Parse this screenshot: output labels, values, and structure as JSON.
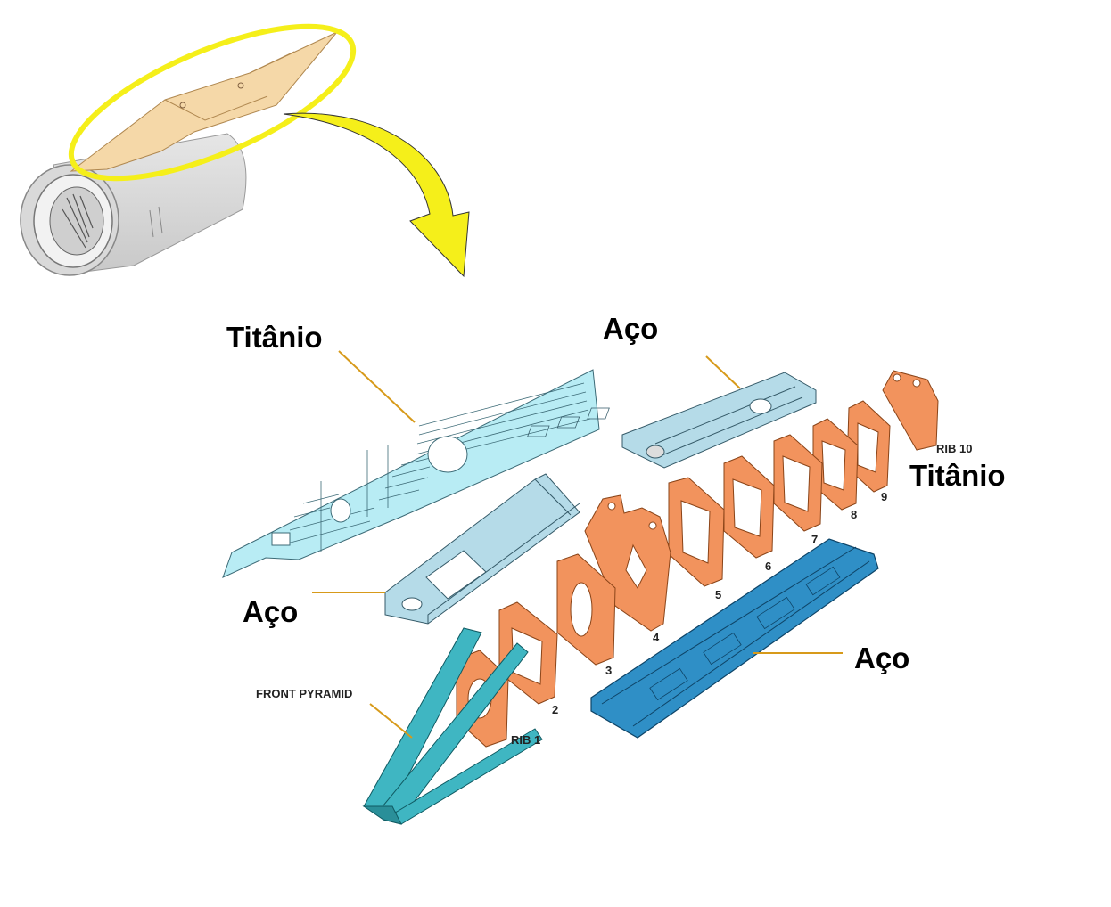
{
  "labels": {
    "titanium_panel": "Titânio",
    "steel_upper_spar": "Aço",
    "steel_mid_spar": "Aço",
    "steel_lower_spar": "Aço",
    "titanium_rib10": "Titânio"
  },
  "parts": {
    "front_pyramid": "FRONT PYRAMID",
    "rib_first": "RIB 1",
    "rib_last": "RIB 10",
    "rib_numbers": [
      "2",
      "3",
      "4",
      "5",
      "6",
      "7",
      "8",
      "9"
    ]
  },
  "colors": {
    "titanium_panel": "#b8ecf4",
    "steel_light": "#b5dbe8",
    "steel_dark": "#2f8fc6",
    "rib": "#f2935d",
    "pyramid": "#3fb6c2",
    "highlight": "#f5ef1a",
    "nacelle_pylon": "#f5d8a8",
    "leader": "#d79a1a"
  }
}
